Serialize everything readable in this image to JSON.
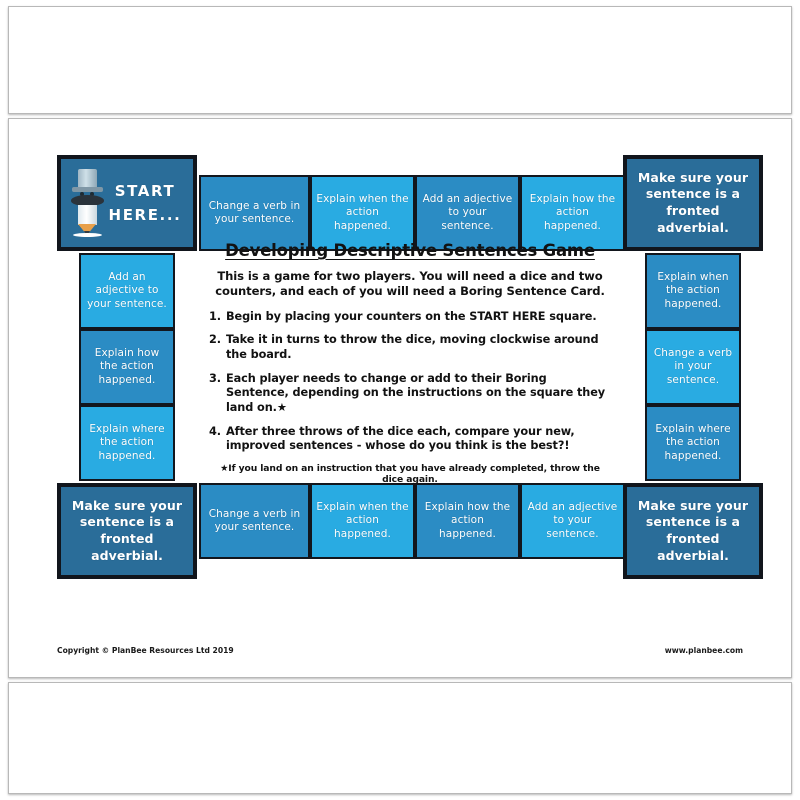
{
  "document": {
    "title": "Developing Descriptive Sentences Game",
    "intro": "This is a game for two players. You will need a dice and two counters, and each of you will need a Boring Sentence Card.",
    "rules": [
      {
        "num": "1.",
        "text": "Begin by placing your counters on the START HERE square."
      },
      {
        "num": "2.",
        "text": "Take it in turns to throw the dice, moving clockwise around the board."
      },
      {
        "num": "3.",
        "text": "Each player needs to change or add to their Boring Sentence, depending on the instructions on the square they land on.★"
      },
      {
        "num": "4.",
        "text": "After three throws of the dice each, compare your new, improved sentences - whose do you think is the best?!"
      }
    ],
    "footnote": "★If you land on an instruction that you have already completed, throw the dice again.",
    "copyright": "Copyright © PlanBee Resources Ltd 2019",
    "website": "www.planbee.com"
  },
  "board": {
    "start_square": {
      "label": "START\nHERE...",
      "icon": "pencil-character-icon"
    },
    "colors": {
      "light_blue": "#29abe2",
      "mid_blue": "#2b8cc4",
      "corner_blue": "#2a6d99",
      "border_dark": "#12161d",
      "page_white": "#ffffff"
    },
    "top_row": [
      {
        "label": "Change a verb in your sentence.",
        "shade": "mid"
      },
      {
        "label": "Explain when the action happened.",
        "shade": "light"
      },
      {
        "label": "Add an adjective to your sentence.",
        "shade": "mid"
      },
      {
        "label": "Explain how the action happened.",
        "shade": "light"
      }
    ],
    "right_column": [
      {
        "label": "Explain when the action happened.",
        "shade": "mid"
      },
      {
        "label": "Change a verb in your sentence.",
        "shade": "light"
      },
      {
        "label": "Explain where the action happened.",
        "shade": "mid"
      }
    ],
    "bottom_row": [
      {
        "label": "Change a verb in your sentence.",
        "shade": "mid"
      },
      {
        "label": "Explain when the action happened.",
        "shade": "light"
      },
      {
        "label": "Explain how the action happened.",
        "shade": "mid"
      },
      {
        "label": "Add an adjective to your sentence.",
        "shade": "light"
      }
    ],
    "left_column": [
      {
        "label": "Add an adjective to your sentence.",
        "shade": "light"
      },
      {
        "label": "Explain how the action happened.",
        "shade": "mid"
      },
      {
        "label": "Explain where the action happened.",
        "shade": "light"
      }
    ],
    "corners": {
      "top_right": "Make sure your sentence is a fronted adverbial.",
      "bottom_right": "Make sure your sentence is a fronted adverbial.",
      "bottom_left": "Make sure your sentence is a fronted adverbial."
    }
  }
}
